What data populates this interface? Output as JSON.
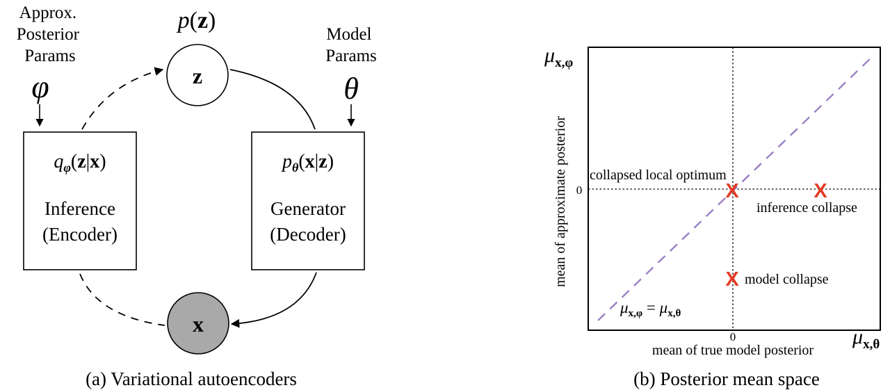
{
  "left": {
    "posterior_params_label": [
      "Approx.",
      "Posterior",
      "Params"
    ],
    "phi_symbol": "φ",
    "model_params_label": [
      "Model",
      "Params"
    ],
    "theta_symbol": "θ",
    "prior": {
      "p": "p",
      "lparen": "(",
      "z": "z",
      "rparen": ")"
    },
    "z_node": "z",
    "x_node": "x",
    "inference_box": {
      "q": "q",
      "sub": "φ",
      "open": "(",
      "z": "z",
      "bar": "|",
      "x": "x",
      "close": ")",
      "line1": "Inference",
      "line2": "(Encoder)"
    },
    "generator_box": {
      "p": "p",
      "sub": "θ",
      "open": "(",
      "x": "x",
      "bar": "|",
      "z": "z",
      "close": ")",
      "line1": "Generator",
      "line2": "(Decoder)"
    },
    "caption": "(a)  Variational autoencoders"
  },
  "right": {
    "y_axis_mu": "μ",
    "y_axis_sub": "x,φ",
    "x_axis_mu": "μ",
    "x_axis_sub": "x,θ",
    "y_axis_title": "mean of approximate posterior",
    "x_axis_title": "mean of true model posterior",
    "zero_y": "0",
    "zero_x": "0",
    "diag_eq": {
      "mu1": "μ",
      "sub1": "x,φ",
      "eq": " = ",
      "mu2": "μ",
      "sub2": "x,θ"
    },
    "collapsed_label": "collapsed local optimum",
    "inference_collapse_label": "inference collapse",
    "model_collapse_label": "model collapse",
    "marker_glyph": "X",
    "caption": "(b)  Posterior mean space",
    "colors": {
      "diagonal": "#9a7fc4",
      "marker": "#e23b25"
    }
  }
}
